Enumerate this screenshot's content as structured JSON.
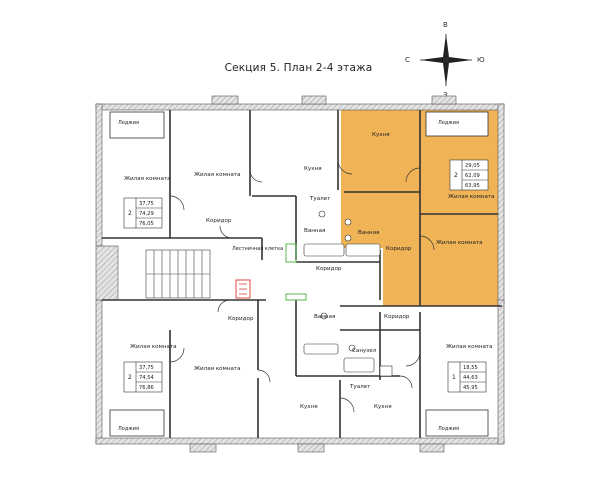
{
  "title": "Секция 5. План 2-4 этажа",
  "compass": {
    "north": "В",
    "south": "З",
    "west": "С",
    "east": "Ю"
  },
  "colors": {
    "highlight": "#f0b457",
    "wall": "#555555",
    "wall_fill": "#d9d9d9",
    "line": "#333333",
    "green": "#58b84c",
    "red": "#e0443c"
  },
  "rooms": {
    "loggia": "Лоджия",
    "living": "Жилая комната",
    "kitchen": "Кухня",
    "corridor": "Коридор",
    "bath": "Ванная",
    "toilet": "Туалет",
    "wc": "Санузел",
    "stair": "Лестничная клетка"
  },
  "apartments": [
    {
      "id": "top-left",
      "rooms": "2",
      "areas": [
        "37,75",
        "74,29",
        "76,05"
      ]
    },
    {
      "id": "top-right",
      "rooms": "2",
      "areas": [
        "29,05",
        "62,09",
        "63,95"
      ]
    },
    {
      "id": "bottom-left",
      "rooms": "2",
      "areas": [
        "37,75",
        "74,54",
        "76,86"
      ]
    },
    {
      "id": "bottom-right",
      "rooms": "1",
      "areas": [
        "18,55",
        "44,63",
        "45,95"
      ]
    }
  ]
}
